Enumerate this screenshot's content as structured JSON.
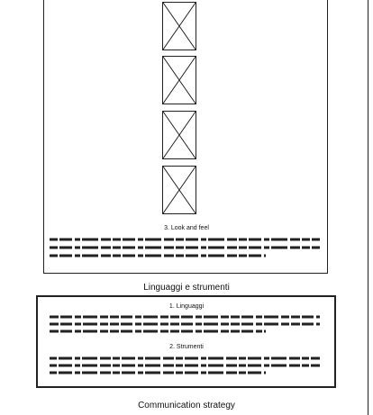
{
  "panel_top": {
    "placeholders": [
      "image-placeholder",
      "image-placeholder",
      "image-placeholder",
      "image-placeholder"
    ],
    "section_title": "3. Look and feel"
  },
  "label_languages": "Linguaggi e strumenti",
  "panel_languages": {
    "section1_title": "1. Linguaggi",
    "section2_title": "2. Strumenti"
  },
  "label_communication": "Communication strategy",
  "icons": {
    "placeholder": "image-placeholder-icon",
    "scribble": "placeholder-text-scribble"
  }
}
